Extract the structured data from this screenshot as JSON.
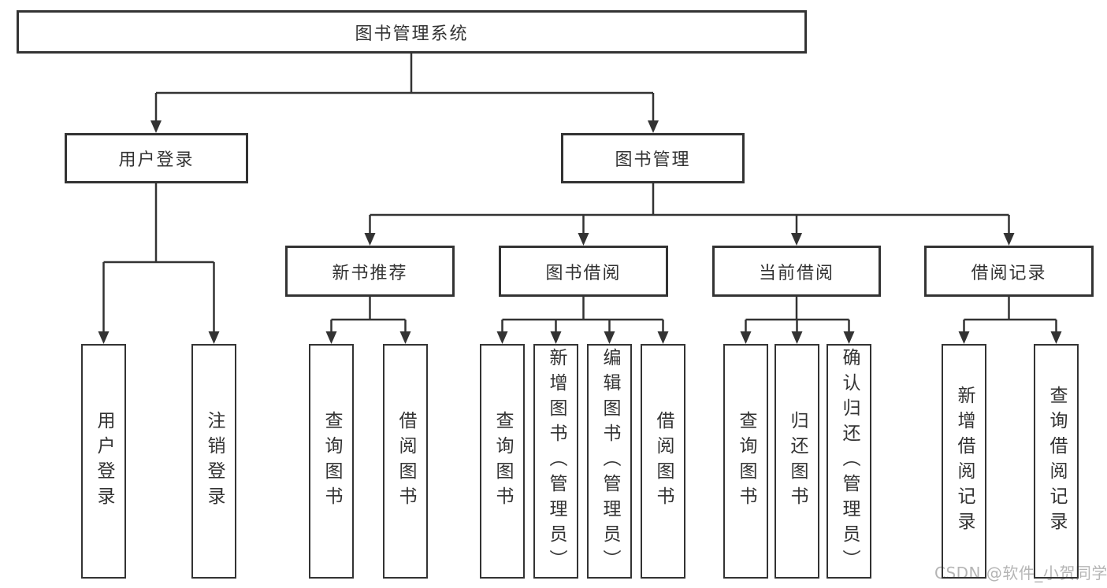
{
  "nodes": {
    "root": {
      "label": "图书管理系统"
    },
    "user_login": {
      "label": "用户登录"
    },
    "book_management": {
      "label": "图书管理"
    },
    "new_book_recommend": {
      "label": "新书推荐"
    },
    "book_borrow": {
      "label": "图书借阅"
    },
    "current_borrow": {
      "label": "当前借阅"
    },
    "borrow_records": {
      "label": "借阅记录"
    },
    "leaves": {
      "user_login": [
        "用户登录",
        "注销登录"
      ],
      "new_book_recommend": [
        "查询图书",
        "借阅图书"
      ],
      "book_borrow": [
        "查询图书",
        "新增图书（管理员）",
        "编辑图书（管理员）",
        "借阅图书"
      ],
      "current_borrow": [
        "查询图书",
        "归还图书",
        "确认归还（管理员）"
      ],
      "borrow_records": [
        "新增借阅记录",
        "查询借阅记录"
      ]
    }
  },
  "watermark": "CSDN @软件_小贺同学",
  "colors": {
    "line": "#333333",
    "text": "#333333",
    "box_fill": "#ffffff",
    "watermark": "#b5b5b5",
    "background": "#ffffff"
  }
}
